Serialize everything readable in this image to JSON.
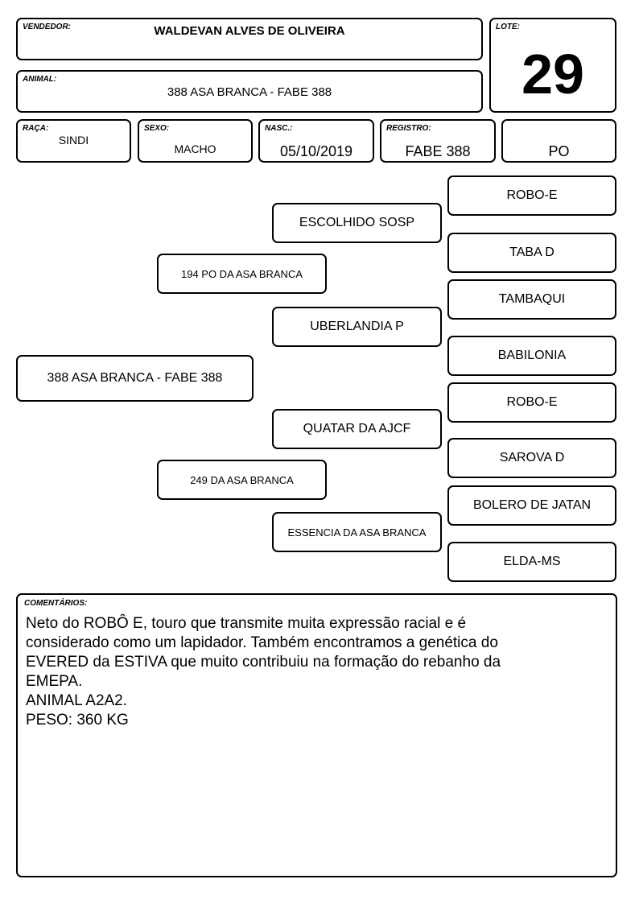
{
  "header": {
    "vendedor": {
      "label": "VENDEDOR:",
      "value": "WALDEVAN ALVES DE OLIVEIRA"
    },
    "lote": {
      "label": "LOTE:",
      "value": "29"
    },
    "animal": {
      "label": "ANIMAL:",
      "value": "388 ASA BRANCA - FABE 388"
    },
    "raca": {
      "label": "RAÇA:",
      "value": "SINDI"
    },
    "sexo": {
      "label": "SEXO:",
      "value": "MACHO"
    },
    "nasc": {
      "label": "NASC.:",
      "value": "05/10/2019"
    },
    "registro": {
      "label": "REGISTRO:",
      "value": "FABE 388"
    },
    "categoria": {
      "value": "PO"
    }
  },
  "pedigree": {
    "animal": "388 ASA BRANCA - FABE 388",
    "sire": "194 PO DA ASA BRANCA",
    "dam": "249 DA ASA BRANCA",
    "sire_sire": "ESCOLHIDO SOSP",
    "sire_dam": "UBERLANDIA P",
    "dam_sire": "QUATAR DA AJCF",
    "dam_dam": "ESSENCIA DA ASA BRANCA",
    "ggp": [
      "ROBO-E",
      "TABA D",
      "TAMBAQUI",
      "BABILONIA",
      "ROBO-E",
      "SAROVA D",
      "BOLERO DE JATAN",
      "ELDA-MS"
    ]
  },
  "comments": {
    "label": "COMENTÁRIOS:",
    "text": "Neto do ROBÔ E, touro que transmite muita expressão racial e é\nconsiderado como um lapidador. Também encontramos a genética do\nEVERED da ESTIVA que muito contribuiu na formação do rebanho da\nEMEPA.\nANIMAL A2A2.\nPESO: 360 KG"
  }
}
